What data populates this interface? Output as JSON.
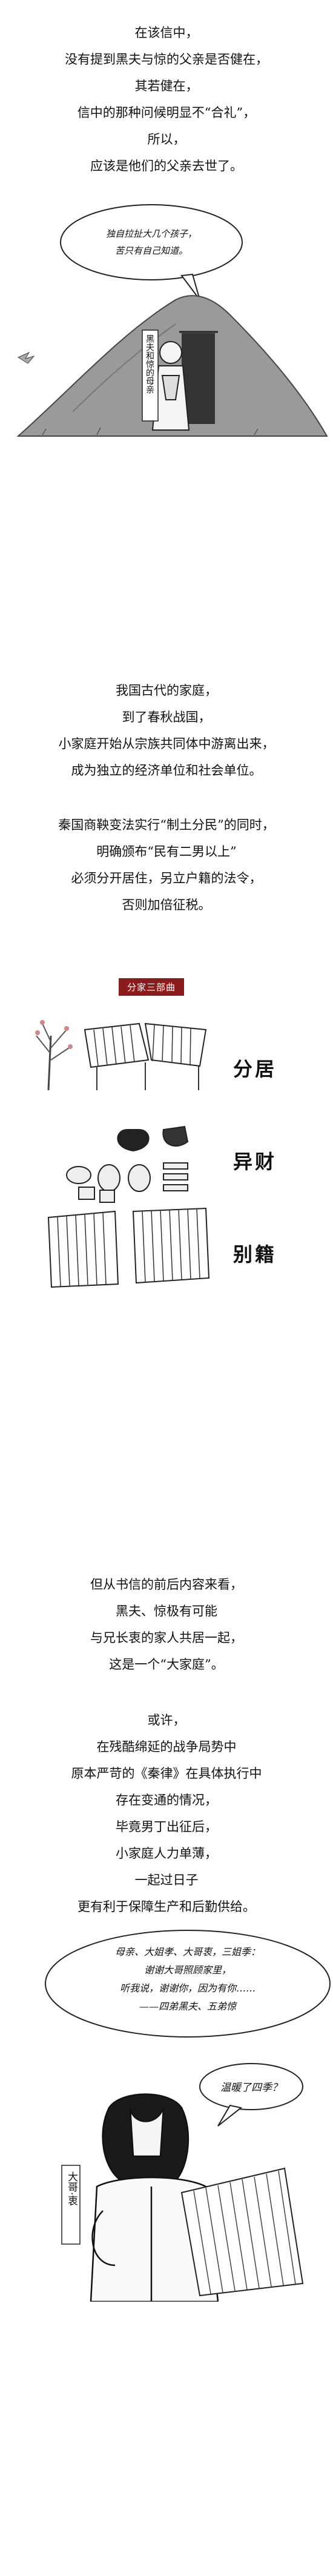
{
  "intro_lines": [
    "在该信中，",
    "没有提到黑夫与惊的父亲是否健在，",
    "其若健在，",
    "信中的那种问候明显不“合礼”，",
    "所以，",
    "应该是他们的父亲去世了。"
  ],
  "panel1": {
    "bubble_lines": [
      "独自拉扯大几个孩子，",
      "苦只有自己知道。"
    ],
    "vertical_label": "黑夫和惊的母亲"
  },
  "history_block1": [
    "我国古代的家庭，",
    "到了春秋战国，",
    "小家庭开始从宗族共同体中游离出来，",
    "成为独立的经济单位和社会单位。"
  ],
  "history_block2": [
    "秦国商鞅变法实行“制土分民”的同时，",
    "明确颁布“民有二男以上”",
    "必须分开居住，另立户籍的法令，",
    "否则加倍征税。"
  ],
  "fenjia": {
    "title": "分家三部曲",
    "steps": [
      "分居",
      "异财",
      "别籍"
    ]
  },
  "analysis_block1": [
    "但从书信的前后内容来看，",
    "黑夫、惊极有可能",
    "与兄长衷的家人共居一起，",
    "这是一个“大家庭”。"
  ],
  "analysis_block2": [
    "或许，",
    "在残酷绵延的战争局势中",
    "原本严苛的《秦律》在具体执行中",
    "存在变通的情况，",
    "毕竟男丁出征后，",
    "小家庭人力单薄，",
    "一起过日子",
    "更有利于保障生产和后勤供给。"
  ],
  "panel2": {
    "bubble_lines": [
      "母亲、大姐孝、大哥衷，三姐季：",
      "谢谢大哥照顾家里，",
      "听我说，谢谢你，因为有你……",
      "——四弟黑夫、五弟惊"
    ],
    "small_bubble": "温暖了四季？",
    "vertical_label": "大哥·衷"
  }
}
